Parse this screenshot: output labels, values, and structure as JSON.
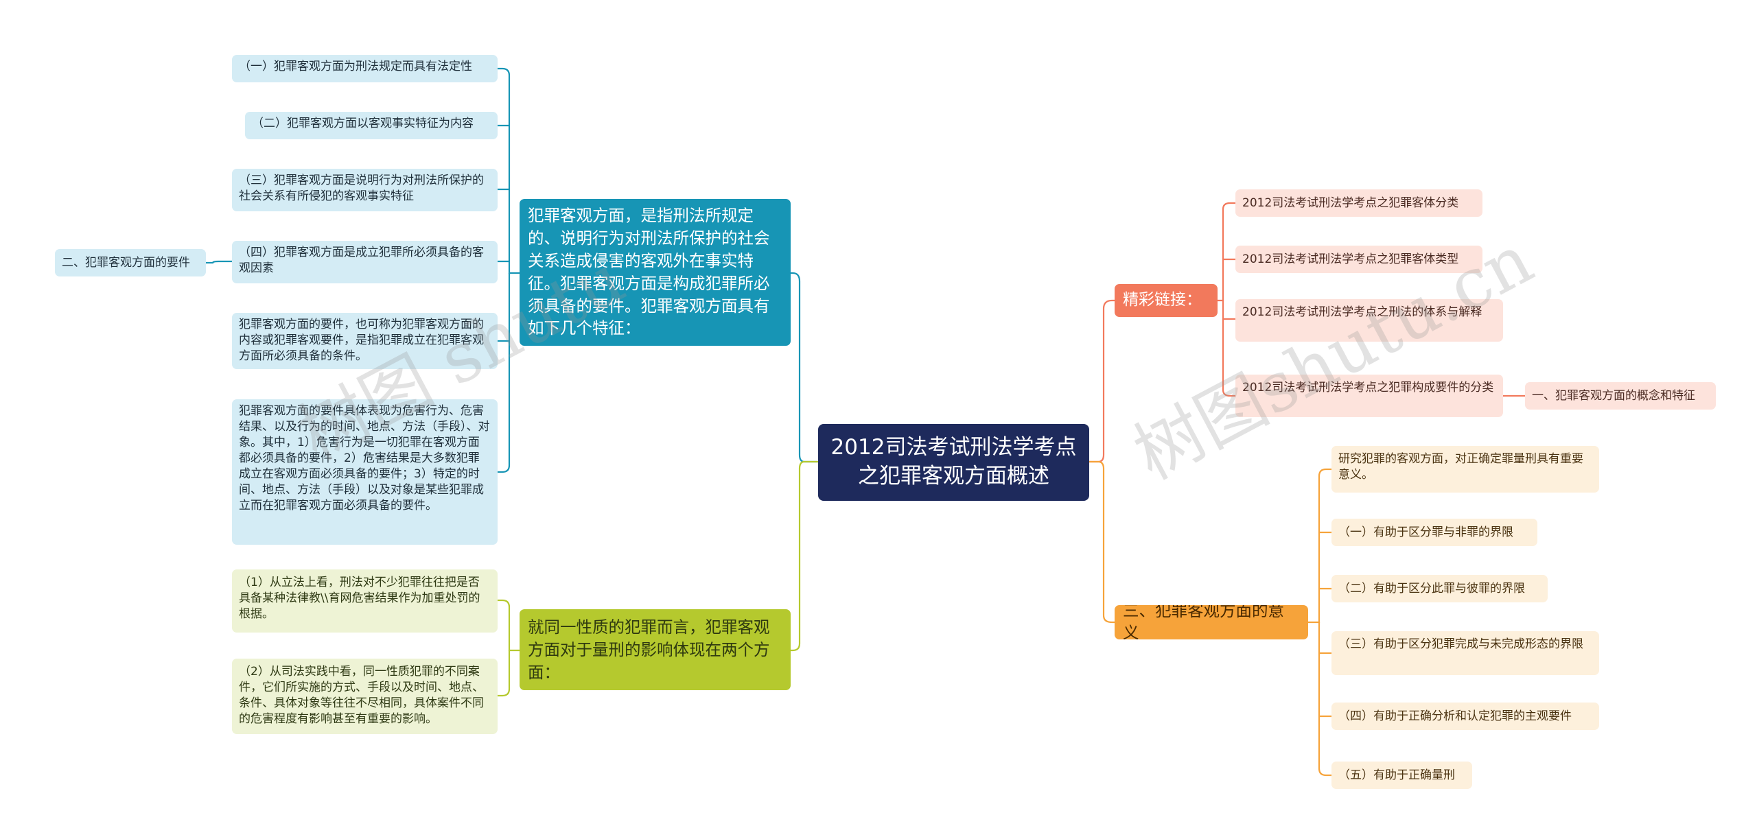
{
  "root": {
    "title": "2012司法考试刑法学考点之犯罪客观方面概述"
  },
  "left_top": {
    "main": "犯罪客观方面，是指刑法所规定的、说明行为对刑法所保护的社会关系造成侵害的客观外在事实特征。犯罪客观方面是构成犯罪所必须具备的要件。犯罪客观方面具有如下几个特征：",
    "items": [
      "（一）犯罪客观方面为刑法规定而具有法定性",
      "（二）犯罪客观方面以客观事实特征为内容",
      "（三）犯罪客观方面是说明行为对刑法所保护的社会关系有所侵犯的客观事实特征",
      "（四）犯罪客观方面是成立犯罪所必须具备的客观因素",
      "犯罪客观方面的要件，也可称为犯罪客观方面的内容或犯罪客观要件，是指犯罪成立在犯罪客观方面所必须具备的条件。",
      "犯罪客观方面的要件具体表现为危害行为、危害结果、以及行为的时间、地点、方法（手段）、对象。其中，1）危害行为是一切犯罪在客观方面都必须具备的要件，2）危害结果是大多数犯罪成立在客观方面必须具备的要件；3）特定的时间、地点、方法（手段）以及对象是某些犯罪成立而在犯罪客观方面必须具备的要件。"
    ],
    "sub": "二、犯罪客观方面的要件"
  },
  "left_bottom": {
    "main": "就同一性质的犯罪而言，犯罪客观方面对于量刑的影响体现在两个方面：",
    "items": [
      "（1）从立法上看，刑法对不少犯罪往往把是否具备某种法律教\\\\育网危害结果作为加重处罚的根据。",
      "（2）从司法实践中看，同一性质犯罪的不同案件，它们所实施的方式、手段以及时间、地点、条件、具体对象等往往不尽相同，具体案件不同的危害程度有影响甚至有重要的影响。"
    ]
  },
  "right_top": {
    "main": "精彩链接：",
    "items": [
      "2012司法考试刑法学考点之犯罪客体分类",
      "2012司法考试刑法学考点之犯罪客体类型",
      "2012司法考试刑法学考点之刑法的体系与解释",
      "2012司法考试刑法学考点之犯罪构成要件的分类"
    ],
    "sub": "一、犯罪客观方面的概念和特征"
  },
  "right_bottom": {
    "main": "三、犯罪客观方面的意义",
    "items": [
      "研究犯罪的客观方面，对正确定罪量刑具有重要意义。",
      "（一）有助于区分罪与非罪的界限",
      "（二）有助于区分此罪与彼罪的界限",
      "（三）有助于区分犯罪完成与未完成形态的界限",
      "（四）有助于正确分析和认定犯罪的主观要件",
      "（五）有助于正确量刑"
    ]
  },
  "watermarks": [
    "树图 shutu",
    "树图shutu.cn"
  ],
  "colors": {
    "root": "#1e2a5c",
    "blue": "#1795b5",
    "green": "#b5c92e",
    "orange": "#f6a33a",
    "salmon": "#f2795c"
  }
}
